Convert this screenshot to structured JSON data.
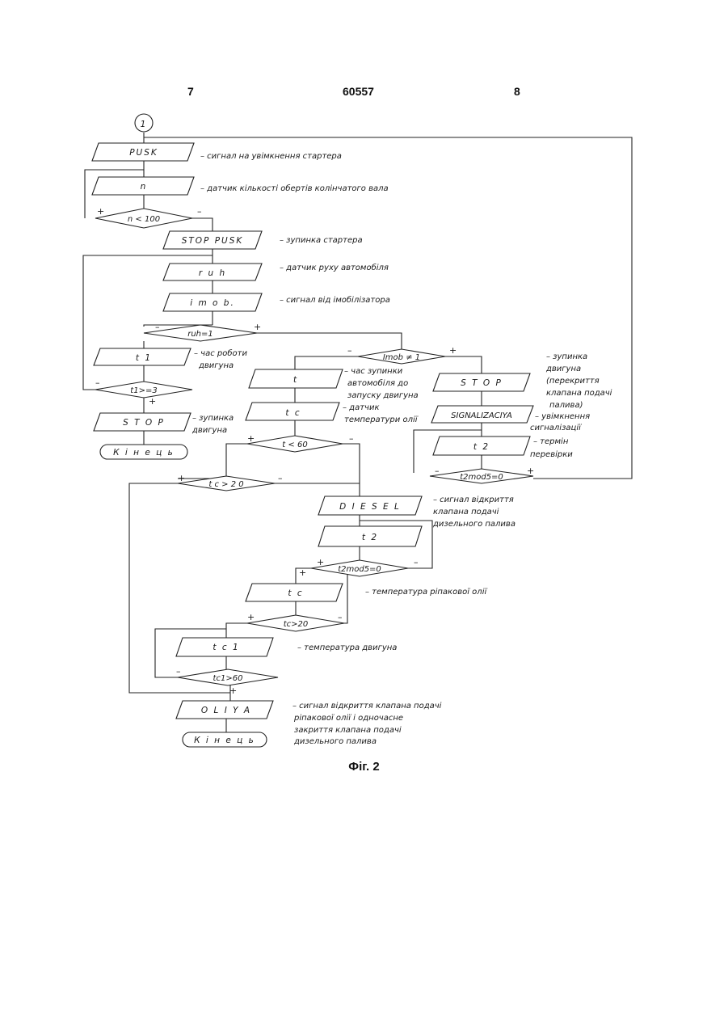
{
  "header": {
    "left_page": "7",
    "patent_number": "60557",
    "right_page": "8"
  },
  "caption": "Фіг. 2",
  "connector": "1",
  "blocks": {
    "pusk": "PUSK",
    "n": "n",
    "n_cond": "n < 100",
    "stop_pusk": "STOP PUSK",
    "ruh": "r u h",
    "imob": "i m o b.",
    "ruh_cond": "ruh=1",
    "t1": "t 1",
    "t1_cond": "t1>=3",
    "stop1": "S T O P",
    "end1": "К і н е ц ь",
    "imob_cond": "Imob ≠ 1",
    "t": "t",
    "tc": "t c",
    "t_cond": "t < 60",
    "tc_cond1": "t c > 2 0",
    "stop2": "S T O P",
    "signalizaciya": "SIGNALIZACIYA",
    "t2a": "t 2",
    "t2_cond_a": "t2mod5=0",
    "diesel": "D I E S E L",
    "t2b": "t 2",
    "t2_cond_b": "t2mod5=0",
    "tc2": "t c",
    "tc_cond2": "tc>20",
    "tc1": "t c 1",
    "tc1_cond": "tc1>60",
    "oliya": "O L I Y A",
    "end2": "К і н е ц ь"
  },
  "signs": {
    "plus": "+",
    "minus": "–"
  },
  "annotations": {
    "pusk": "– сигнал на увімкнення стартера",
    "n": "– датчик кількості обертів колінчатого вала",
    "stop_pusk": "– зупинка стартера",
    "ruh": "– датчик руху автомобіля",
    "imob": "– сигнал від імобілізатора",
    "t1_l1": "– час роботи",
    "t1_l2": "двигуна",
    "stop1_l1": "– зупинка",
    "stop1_l2": "двигуна",
    "t_l1": "– час зупинки",
    "t_l2": "автомобіля до",
    "t_l3": "запуску двигуна",
    "tc_l1": "– датчик",
    "tc_l2": "температури олії",
    "stop2_l1": "– зупинка",
    "stop2_l2": "двигуна",
    "stop2_l3": "(перекриття",
    "stop2_l4": "клапана подачі",
    "stop2_l5": "палива)",
    "sig_l1": "– увімкнення",
    "sig_l2": "сигналізації",
    "t2_l1": "– термін",
    "t2_l2": "перевірки",
    "diesel_l1": "– сигнал відкриття",
    "diesel_l2": "клапана подачі",
    "diesel_l3": "дизельного палива",
    "tc2": "– температура ріпакової олії",
    "tc1": "– температура двигуна",
    "oliya_l1": "– сигнал відкриття клапана подачі",
    "oliya_l2": "ріпакової олії і одночасне",
    "oliya_l3": "закриття клапана подачі",
    "oliya_l4": "дизельного палива"
  }
}
